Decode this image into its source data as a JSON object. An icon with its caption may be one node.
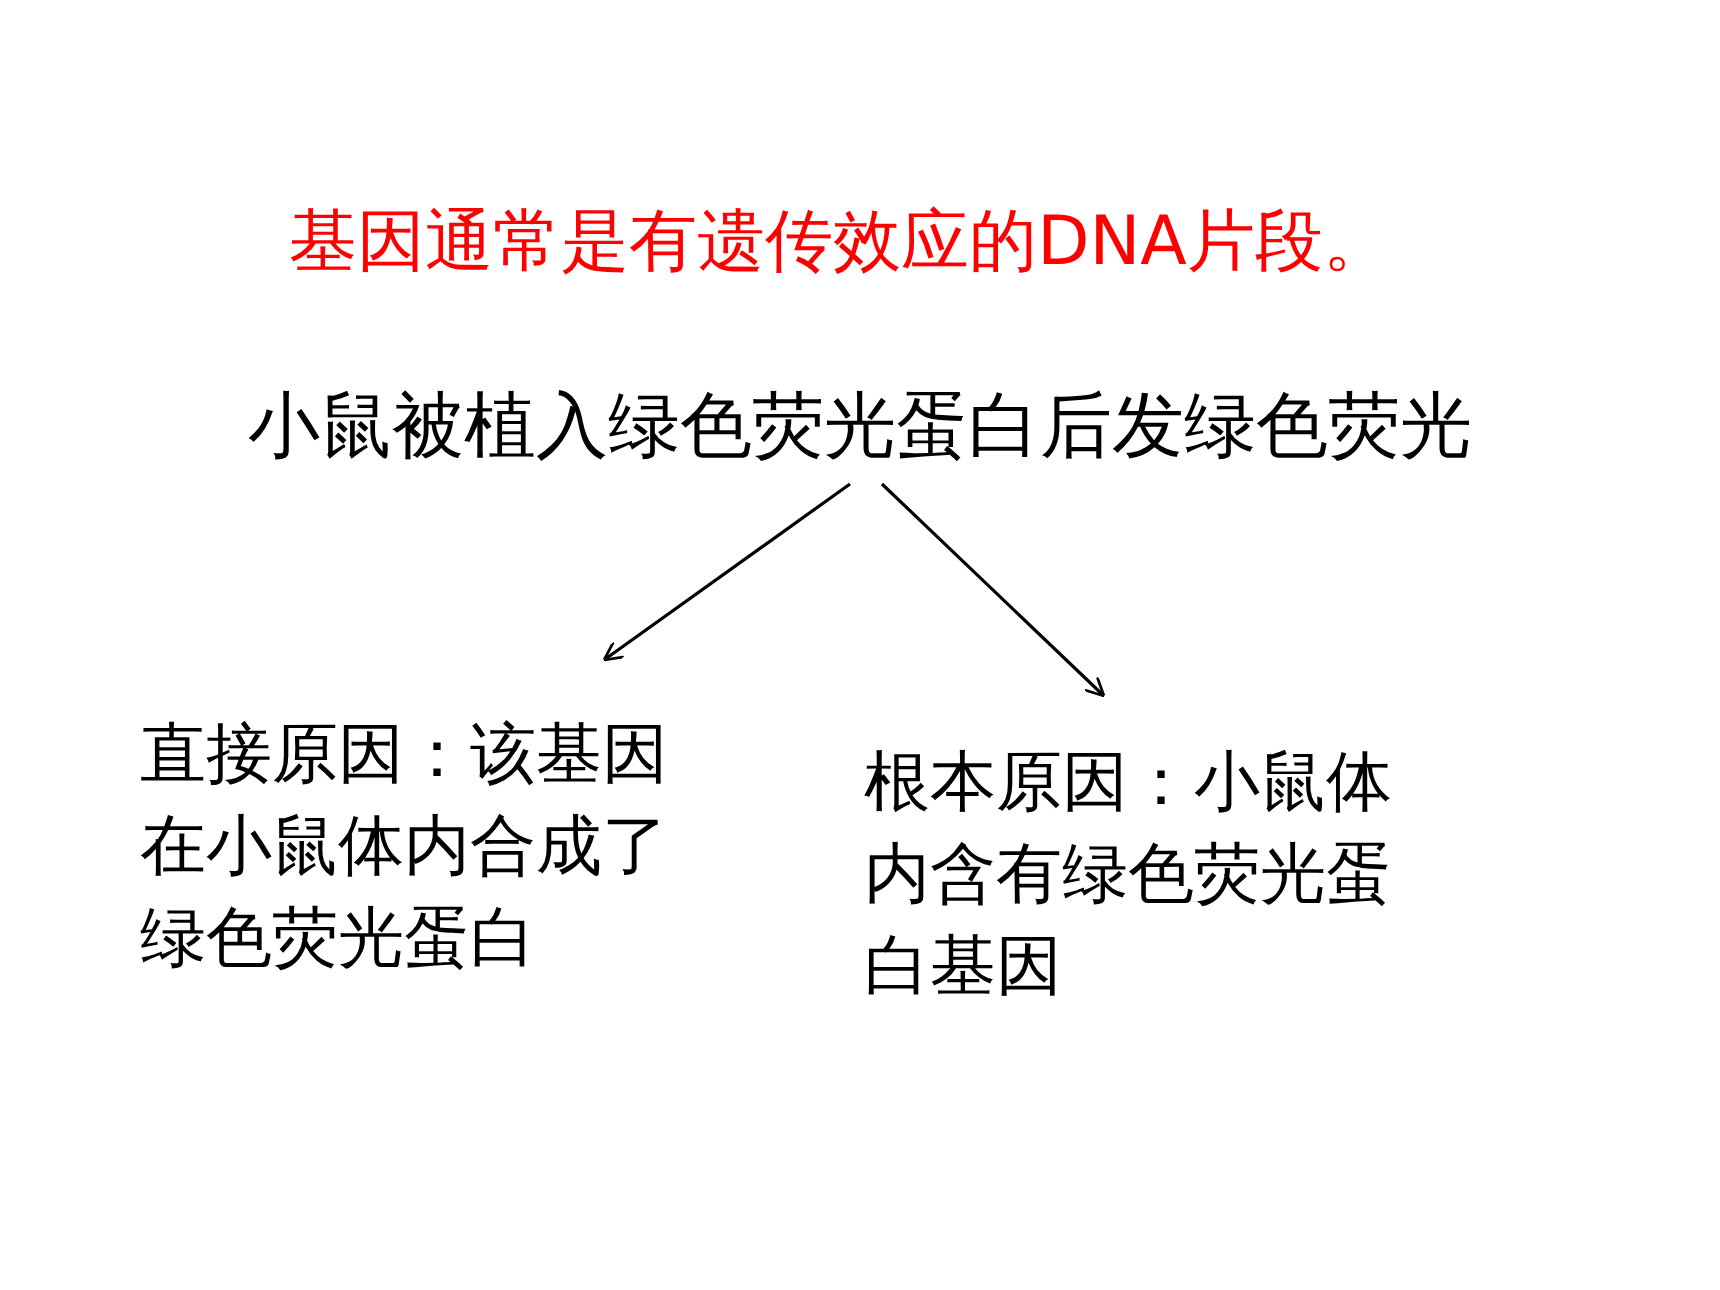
{
  "diagram": {
    "title": "基因通常是有遗传效应的DNA片段。",
    "nodes": [
      {
        "text": [
          "小鼠被植入绿色荧光蛋白后发绿色荧光"
        ]
      },
      {
        "text": [
          "直接原因：该基因在小鼠体内合成了绿色荧光蛋白"
        ]
      },
      {
        "text": [
          "根本原因：小鼠体内含有绿色荧光蛋白基因"
        ]
      }
    ],
    "edges": [
      {
        "from": 0,
        "to": 1,
        "arrow": "to"
      },
      {
        "from": 0,
        "to": 2,
        "arrow": "to"
      }
    ]
  }
}
